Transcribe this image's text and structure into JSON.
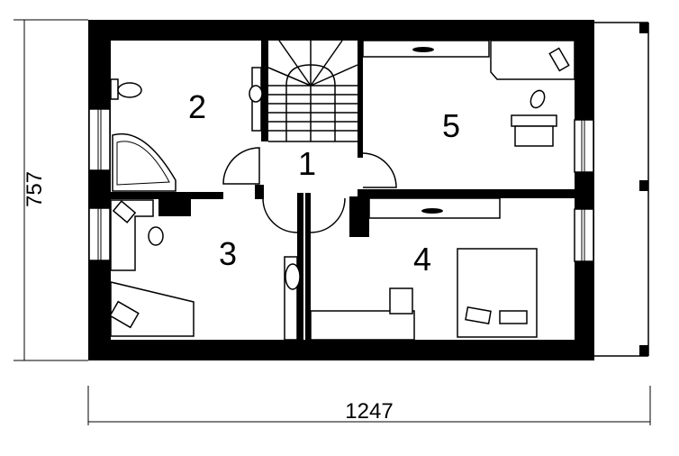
{
  "plan": {
    "rooms": [
      {
        "number": "1"
      },
      {
        "number": "2"
      },
      {
        "number": "3"
      },
      {
        "number": "4"
      },
      {
        "number": "5"
      }
    ],
    "dimensions": {
      "height": "757",
      "width": "1247"
    }
  }
}
